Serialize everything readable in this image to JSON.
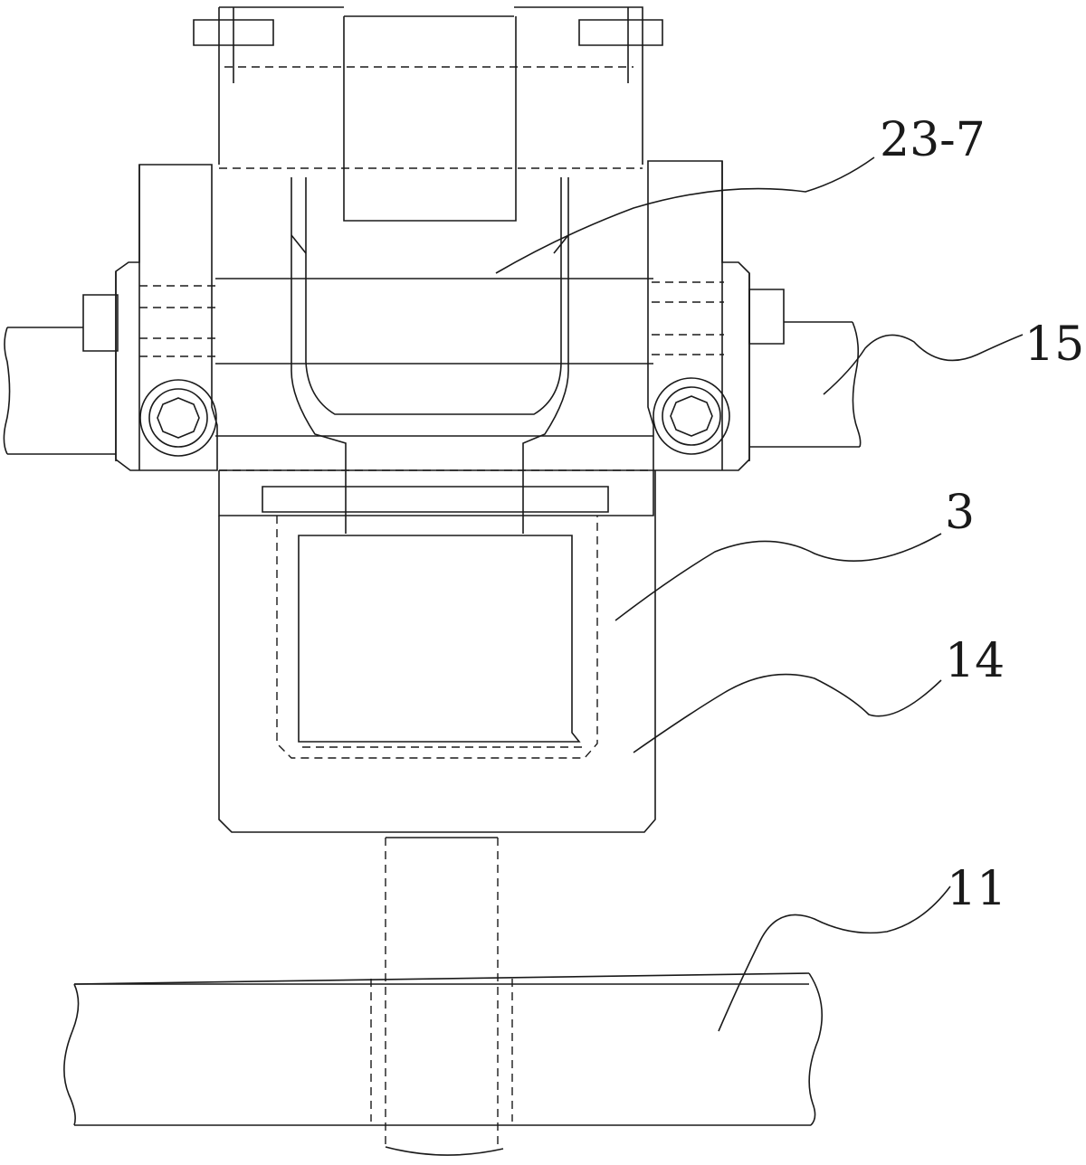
{
  "figure": {
    "labels": {
      "part_23_7": "23-7",
      "part_15": "15",
      "part_3": "3",
      "part_14": "14",
      "part_11": "11"
    }
  },
  "colors": {
    "line": "#1a1a1a",
    "background": "#ffffff"
  }
}
